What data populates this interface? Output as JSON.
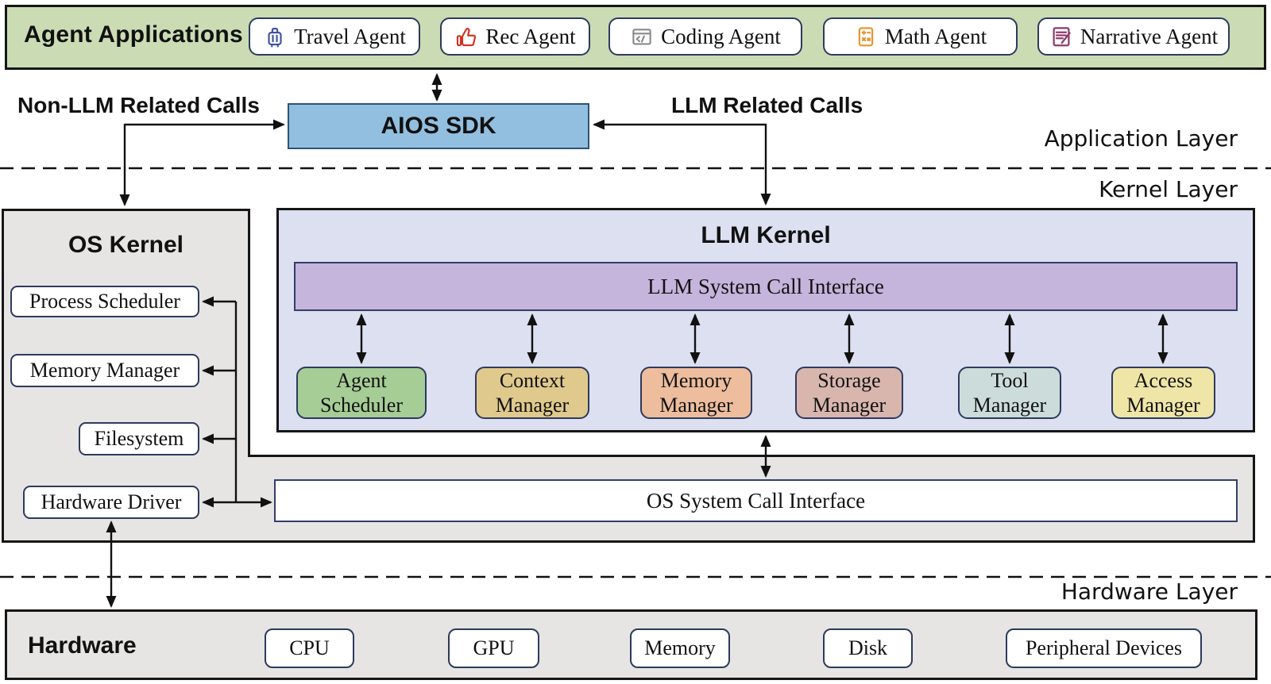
{
  "app_bar": {
    "title": "Agent Applications",
    "agents": [
      {
        "label": "Travel Agent",
        "icon": "suitcase-icon",
        "icon_color": "#3d4fa0"
      },
      {
        "label": "Rec Agent",
        "icon": "thumbs-up-icon",
        "icon_color": "#d52f1f"
      },
      {
        "label": "Coding Agent",
        "icon": "code-window-icon",
        "icon_color": "#8a8a8a"
      },
      {
        "label": "Math Agent",
        "icon": "calculator-icon",
        "icon_color": "#e8922a"
      },
      {
        "label": "Narrative Agent",
        "icon": "document-pen-icon",
        "icon_color": "#8e3b6b"
      }
    ]
  },
  "sdk": {
    "label": "AIOS SDK"
  },
  "calls": {
    "non_llm": "Non-LLM Related Calls",
    "llm": "LLM Related Calls"
  },
  "layers": {
    "application": "Application Layer",
    "kernel": "Kernel Layer",
    "hardware": "Hardware Layer"
  },
  "os_kernel": {
    "title": "OS Kernel",
    "modules": [
      "Process Scheduler",
      "Memory Manager",
      "Filesystem",
      "Hardware Driver"
    ]
  },
  "llm_kernel": {
    "title": "LLM Kernel",
    "syscall_bar": "LLM System Call Interface",
    "managers": [
      {
        "line1": "Agent",
        "line2": "Scheduler",
        "color": "#a6cd96"
      },
      {
        "line1": "Context",
        "line2": "Manager",
        "color": "#dfc98c"
      },
      {
        "line1": "Memory",
        "line2": "Manager",
        "color": "#edbd9d"
      },
      {
        "line1": "Storage",
        "line2": "Manager",
        "color": "#d8b6ae"
      },
      {
        "line1": "Tool",
        "line2": "Manager",
        "color": "#ccdcda"
      },
      {
        "line1": "Access",
        "line2": "Manager",
        "color": "#efe5a6"
      }
    ]
  },
  "os_syscall_bar": {
    "label": "OS System Call Interface"
  },
  "hardware": {
    "title": "Hardware",
    "components": [
      "CPU",
      "GPU",
      "Memory",
      "Disk",
      "Peripheral Devices"
    ]
  },
  "colors": {
    "app_bar_bg": "#cbdcb4",
    "sdk_bg": "#92bfdf",
    "sdk_border": "#2f5376",
    "llm_kernel_bg": "#dce0f1",
    "syscall_bar_bg": "#c5b4db",
    "gray_bg": "#e6e5e4",
    "module_border": "#2e3a5c",
    "line_color": "#111111"
  }
}
